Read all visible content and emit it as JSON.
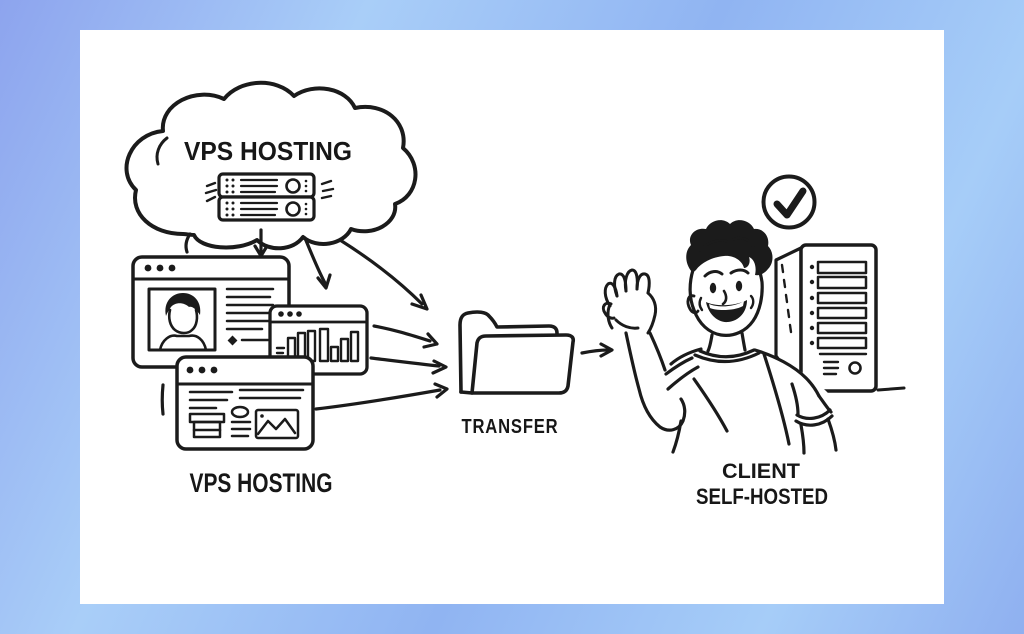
{
  "title": "VPS hosting to client self-hosted migration illustration",
  "colors": {
    "ink": "#1b1b1b",
    "canvas": "#ffffff",
    "frame_blue_dark": "#8da4ee",
    "frame_blue_light": "#a9cef8"
  },
  "cloud": {
    "label": "VPS HOSTING"
  },
  "source": {
    "label": "VPS HOSTING"
  },
  "transfer": {
    "label": "TRANSFER"
  },
  "destination": {
    "line1": "CLIENT",
    "line2": "SELF-HOSTED"
  }
}
